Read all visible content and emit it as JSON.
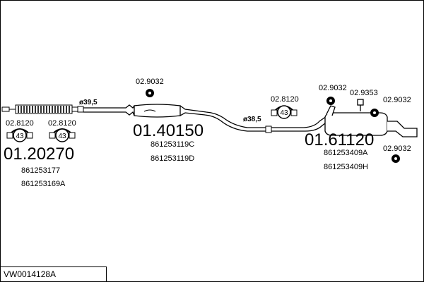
{
  "diagram": {
    "code": "VW0014128A",
    "sections": {
      "front": {
        "number": "01.20270",
        "refs": [
          "861253177",
          "861253169A"
        ]
      },
      "middle": {
        "number": "01.40150",
        "refs": [
          "861253119C",
          "861253119D"
        ]
      },
      "rear": {
        "number": "01.61120",
        "refs": [
          "861253409A",
          "861253409H"
        ]
      }
    },
    "diameters": {
      "d1": "ø39,5",
      "d2": "ø38,5"
    },
    "parts": {
      "clamp_front_left": "02.8120",
      "clamp_front_right": "02.8120",
      "clamp_front_left_badge": "43",
      "clamp_front_right_badge": "43",
      "mount_middle": "02.9032",
      "clamp_rear": "02.8120",
      "clamp_rear_badge": "43",
      "mount_rear_a": "02.9032",
      "hanger_rear": "02.9353",
      "mount_rear_b": "02.9032",
      "mount_rear_c": "02.9032"
    }
  }
}
